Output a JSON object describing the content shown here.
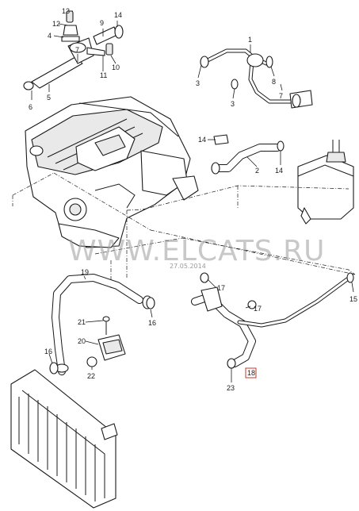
{
  "watermark": {
    "text": "WWW.ELCATS.RU",
    "date": "27.05.2014"
  },
  "highlight_color": "#c0392b",
  "part_numbers": [
    "1",
    "2",
    "3",
    "3",
    "4",
    "5",
    "6",
    "7",
    "8",
    "9",
    "10",
    "11",
    "12",
    "13",
    "14",
    "14",
    "14",
    "15",
    "16",
    "16",
    "17",
    "17",
    "18",
    "19",
    "20",
    "21",
    "22",
    "23"
  ]
}
